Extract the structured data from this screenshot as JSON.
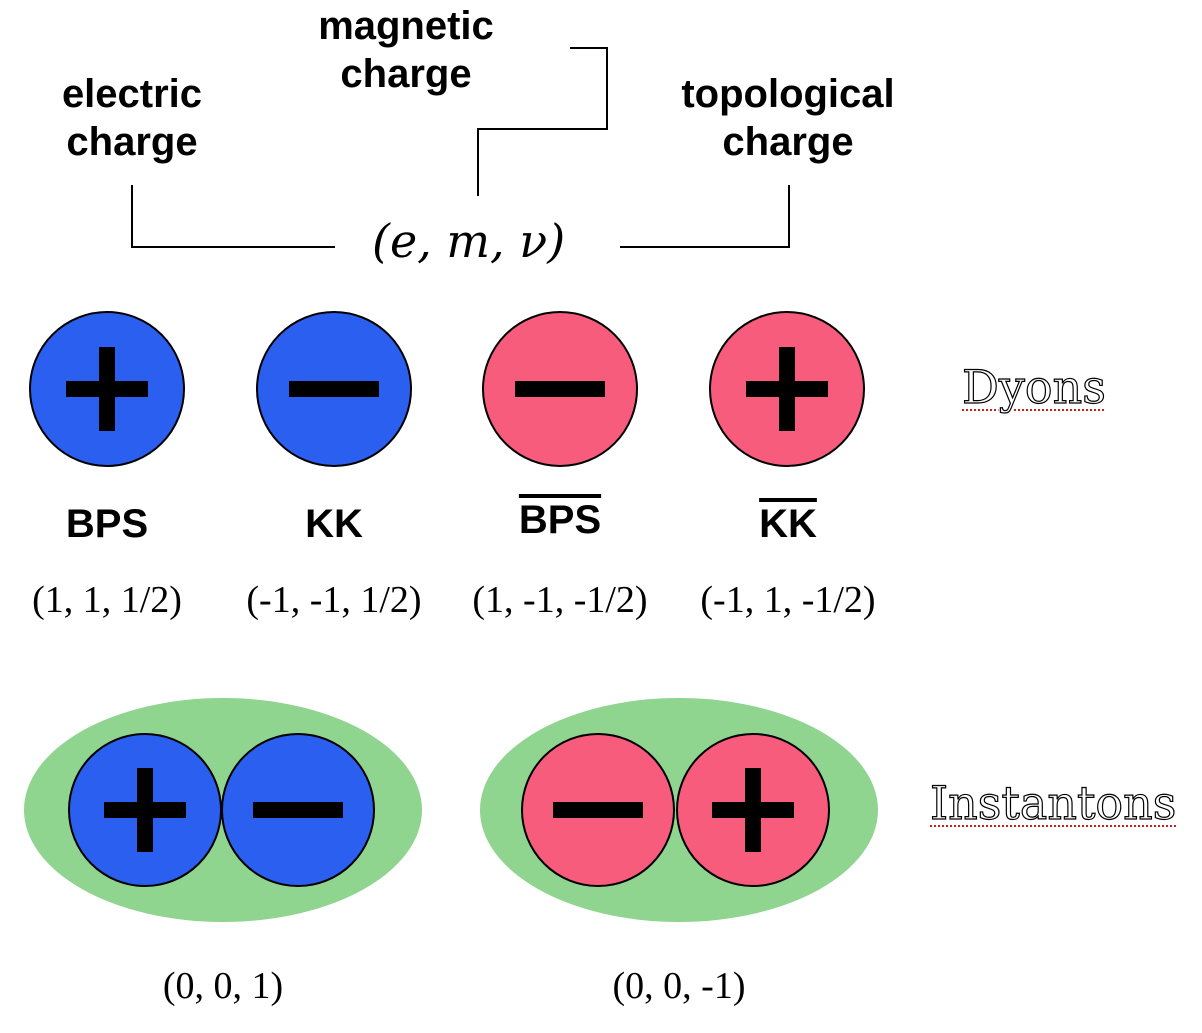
{
  "header": {
    "electric": "electric\ncharge",
    "magnetic": "magnetic\ncharge",
    "topological": "topological\ncharge",
    "formula": "(e, m, ν)"
  },
  "dyons": {
    "title": "Dyons",
    "items": [
      {
        "name": "BPS",
        "overline": false,
        "tuple": "(1, 1, 1/2)",
        "sign": "+",
        "color": "#2a5ff0"
      },
      {
        "name": "KK",
        "overline": false,
        "tuple": "(-1, -1, 1/2)",
        "sign": "−",
        "color": "#2a5ff0"
      },
      {
        "name": "BPS",
        "overline": true,
        "tuple": "(1, -1, -1/2)",
        "sign": "−",
        "color": "#f75c7c"
      },
      {
        "name": "KK",
        "overline": true,
        "tuple": "(-1, 1, -1/2)",
        "sign": "+",
        "color": "#f75c7c"
      }
    ]
  },
  "instantons": {
    "title": "Instantons",
    "items": [
      {
        "tuple": "(0, 0, 1)",
        "signs": [
          "+",
          "−"
        ],
        "color": "#2a5ff0"
      },
      {
        "tuple": "(0, 0, -1)",
        "signs": [
          "−",
          "+"
        ],
        "color": "#f75c7c"
      }
    ],
    "halo_color": "#8fd48f"
  }
}
